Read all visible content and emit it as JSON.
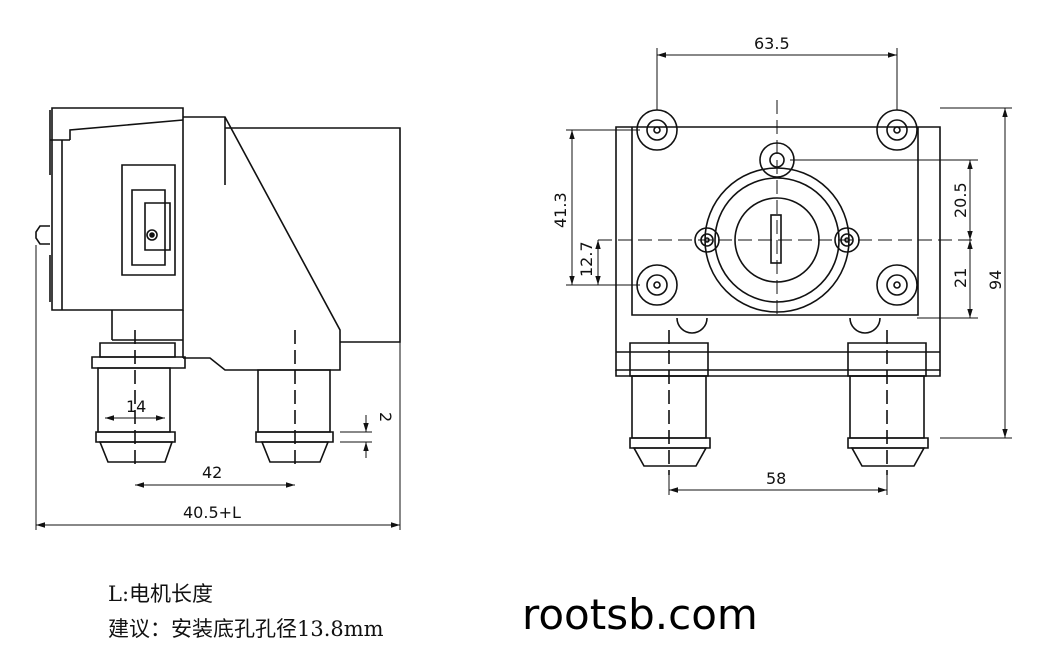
{
  "dimensions": {
    "top_width": "63.5",
    "height_41_3": "41.3",
    "height_20_5": "20.5",
    "height_12_7": "12.7",
    "height_21": "21",
    "overall_height": "94",
    "bottom_spacing": "58",
    "nozzle_width": "14",
    "nozzle_spacing": "42",
    "overall_length": "40.5+L",
    "small_gap": "2"
  },
  "notes": {
    "line1": "L:电机长度",
    "line2": "建议：安装底孔孔径13.8mm"
  },
  "watermark": "rootsb.com",
  "colors": {
    "line": "#111111",
    "background": "#ffffff"
  }
}
